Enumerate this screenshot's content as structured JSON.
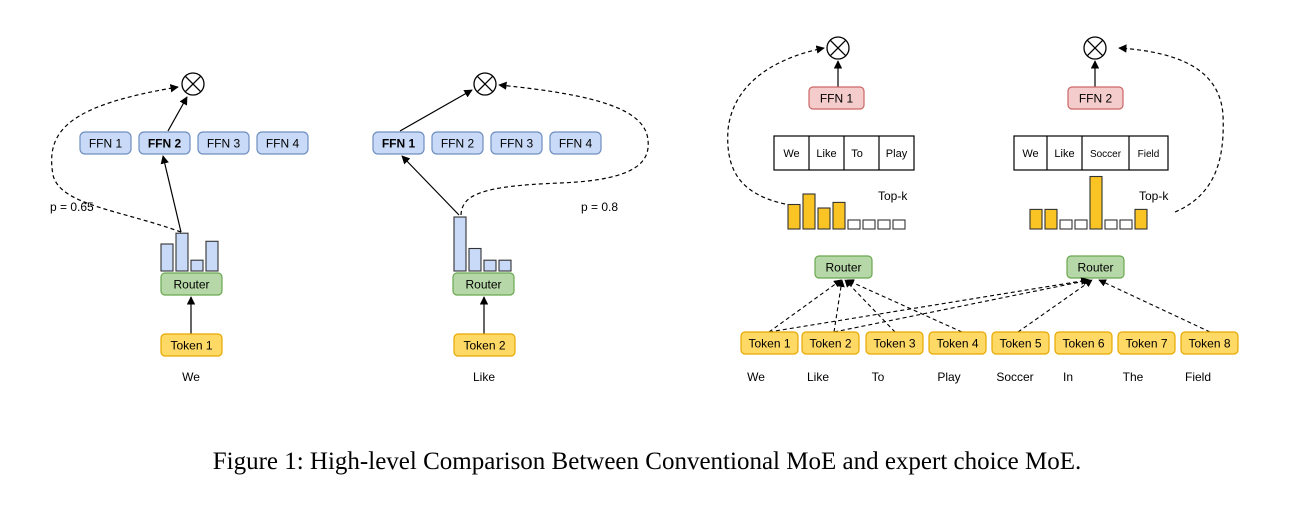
{
  "colors": {
    "ffn_fill": "#c9daf8",
    "ffn_stroke": "#6f8fbf",
    "ffn_red_fill": "#f4cccc",
    "ffn_red_stroke": "#cc6666",
    "router_fill": "#b6d7a8",
    "router_stroke": "#6aa84f",
    "token_fill": "#ffd966",
    "token_stroke": "#e6a800",
    "bar_blue": "#c9daf8",
    "bar_yellow": "#f9c424",
    "line": "#000000"
  },
  "left_panel": {
    "ffns": [
      "FFN 1",
      "FFN 2",
      "FFN 3",
      "FFN 4"
    ],
    "selected": "FFN 2",
    "probability": "p = 0.65",
    "router": "Router",
    "token": "Token 1",
    "word": "We",
    "bar_values": [
      0.3,
      0.42,
      0.12,
      0.33
    ]
  },
  "middle_panel": {
    "ffns": [
      "FFN 1",
      "FFN 2",
      "FFN 3",
      "FFN 4"
    ],
    "selected": "FFN 1",
    "probability": "p = 0.8",
    "router": "Router",
    "token": "Token 2",
    "word": "Like",
    "bar_values": [
      0.6,
      0.25,
      0.12,
      0.12
    ]
  },
  "right_panel": {
    "experts": [
      {
        "name": "FFN 1",
        "chosen_tokens": [
          "We",
          "Like",
          "To",
          "Play"
        ],
        "topk_label": "Top-k",
        "bar_values": [
          0.35,
          0.5,
          0.3,
          0.38,
          0,
          0,
          0,
          0
        ]
      },
      {
        "name": "FFN 2",
        "chosen_tokens": [
          "We",
          "Like",
          "Soccer",
          "Field"
        ],
        "topk_label": "Top-k",
        "bar_values": [
          0.28,
          0.28,
          0,
          0,
          0.75,
          0,
          0,
          0.28
        ]
      }
    ],
    "router": "Router",
    "tokens": [
      "Token 1",
      "Token 2",
      "Token 3",
      "Token 4",
      "Token 5",
      "Token 6",
      "Token 7",
      "Token 8"
    ],
    "words": [
      "We",
      "Like",
      "To",
      "Play",
      "Soccer",
      "In",
      "The",
      "Field"
    ]
  },
  "caption": "Figure 1: High-level Comparison Between Conventional MoE and expert choice MoE."
}
